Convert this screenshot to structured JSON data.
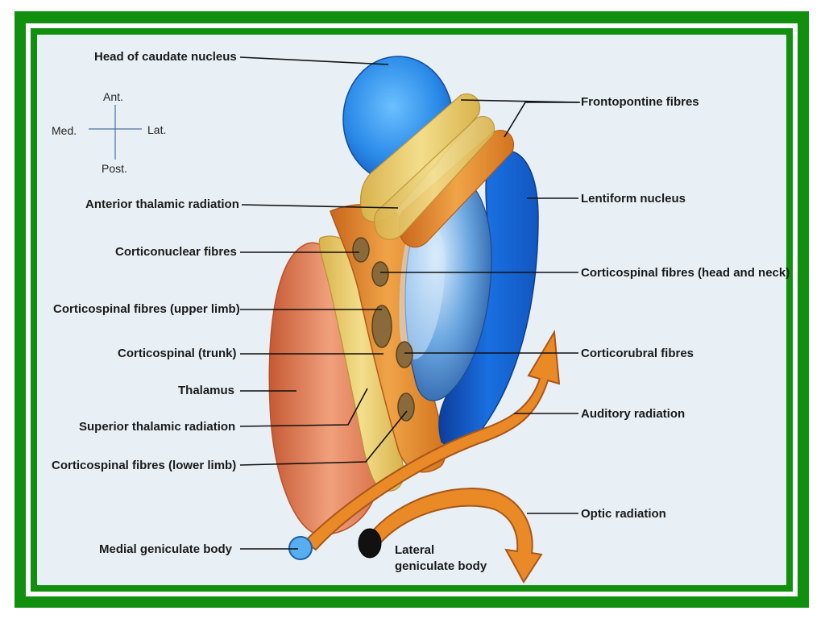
{
  "orientation": {
    "anterior": "Ant.",
    "medial": "Med.",
    "lateral": "Lat.",
    "posterior": "Post."
  },
  "labels": {
    "head_of_caudate_nucleus": "Head of caudate nucleus",
    "anterior_thalamic_radiation": "Anterior thalamic radiation",
    "corticonuclear_fibres": "Corticonuclear fibres",
    "corticospinal_upper_limb": "Corticospinal fibres (upper limb)",
    "corticospinal_trunk": "Corticospinal (trunk)",
    "thalamus": "Thalamus",
    "superior_thalamic_radiation": "Superior thalamic radiation",
    "corticospinal_lower_limb": "Corticospinal fibres (lower limb)",
    "medial_geniculate_body": "Medial geniculate body",
    "frontopontine_fibres": "Frontopontine fibres",
    "lentiform_nucleus": "Lentiform nucleus",
    "corticospinal_head_neck": "Corticospinal fibres (head and neck)",
    "corticorubral_fibres": "Corticorubral fibres",
    "auditory_radiation": "Auditory radiation",
    "optic_radiation": "Optic radiation",
    "lateral_geniculate_body_1": "Lateral",
    "lateral_geniculate_body_2": "geniculate body"
  },
  "colors": {
    "frame_green": "#11900f",
    "caudate_blue": "#1f7fe0",
    "lentiform_blue": "#1565d8",
    "thalamus_salmon": "#e4825c",
    "capsule_orange": "#e08a2c",
    "fibre_yellow": "#e8cf6a",
    "tract_dot": "#8a6a3a"
  }
}
